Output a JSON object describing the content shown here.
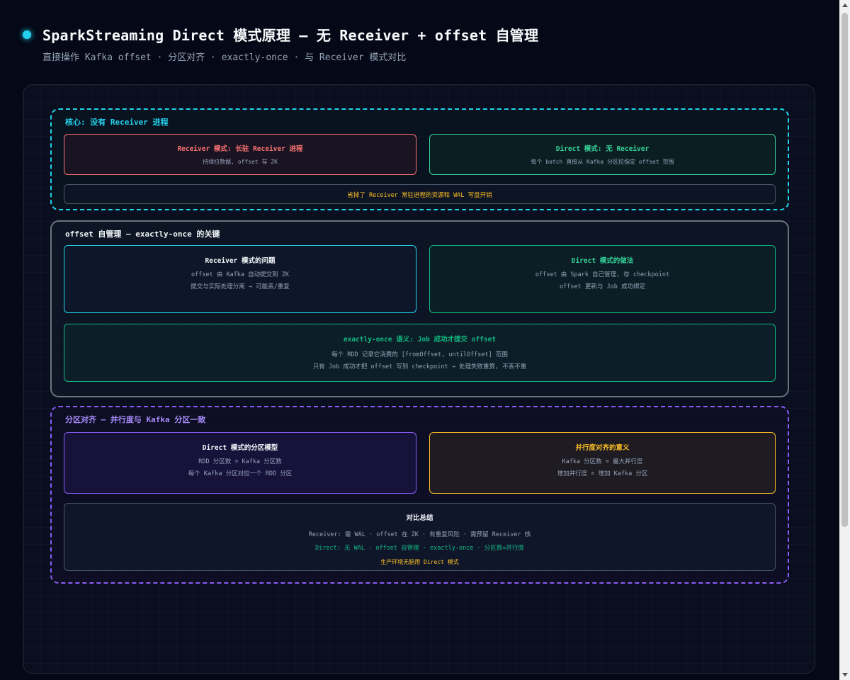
{
  "header": {
    "title": "SparkStreaming Direct 模式原理 — 无 Receiver + offset 自管理",
    "subtitle": "直接操作 Kafka offset · 分区对齐 · exactly-once · 与 Receiver 模式对比",
    "dot_color": "#22d3ee"
  },
  "sections": {
    "core": {
      "label": "核心: 没有 Receiver 进程",
      "receiver_box": {
        "title": "Receiver 模式: 长驻 Receiver 进程",
        "line1": "持续拉数据, offset 存 ZK"
      },
      "direct_box": {
        "title": "Direct 模式: 无 Receiver",
        "line1": "每个 batch 直接从 Kafka 分区拉指定 offset 范围"
      },
      "note": "省掉了 Receiver 常驻进程的资源和 WAL 写盘开销"
    },
    "offset": {
      "label": "offset 自管理 — exactly-once 的关键",
      "receiver_problem": {
        "title": "Receiver 模式的问题",
        "line1": "offset 由 Kafka 自动提交到 ZK",
        "line2": "提交与实际处理分离 → 可能丢/重复"
      },
      "direct_way": {
        "title": "Direct 模式的做法",
        "line1": "offset 由 Spark 自己管理, 存 checkpoint",
        "line2": "offset 更新与 Job 成功绑定"
      },
      "exactly_once": {
        "title": "exactly-once 语义: Job 成功才提交 offset",
        "line1": "每个 RDD 记录它消费的 [fromOffset, untilOffset] 范围",
        "line2": "只有 Job 成功才把 offset 写到 checkpoint → 处理失败重算, 不丢不重"
      }
    },
    "partition": {
      "label": "分区对齐 — 并行度与 Kafka 分区一致",
      "model": {
        "title": "Direct 模式的分区模型",
        "line1": "RDD 分区数 = Kafka 分区数",
        "line2": "每个 Kafka 分区对应一个 RDD 分区"
      },
      "meaning": {
        "title": "并行度对齐的意义",
        "line1": "Kafka 分区数 = 最大并行度",
        "line2": "增加并行度 = 增加 Kafka 分区"
      },
      "summary": {
        "title": "对比总结",
        "receiver_line": "Receiver: 需 WAL · offset 在 ZK · 有重复风险 · 需预留 Receiver 核",
        "direct_line": "Direct: 无 WAL · offset 自管理 · exactly-once · 分区数=并行度",
        "conclusion": "生产环境无脑用 Direct 模式"
      }
    }
  },
  "colors": {
    "cyan": "#22d3ee",
    "red": "#f87171",
    "green": "#34d399",
    "teal": "#10b981",
    "purple": "#8b5cf6",
    "amber": "#fbbf24",
    "background": "#050816"
  }
}
